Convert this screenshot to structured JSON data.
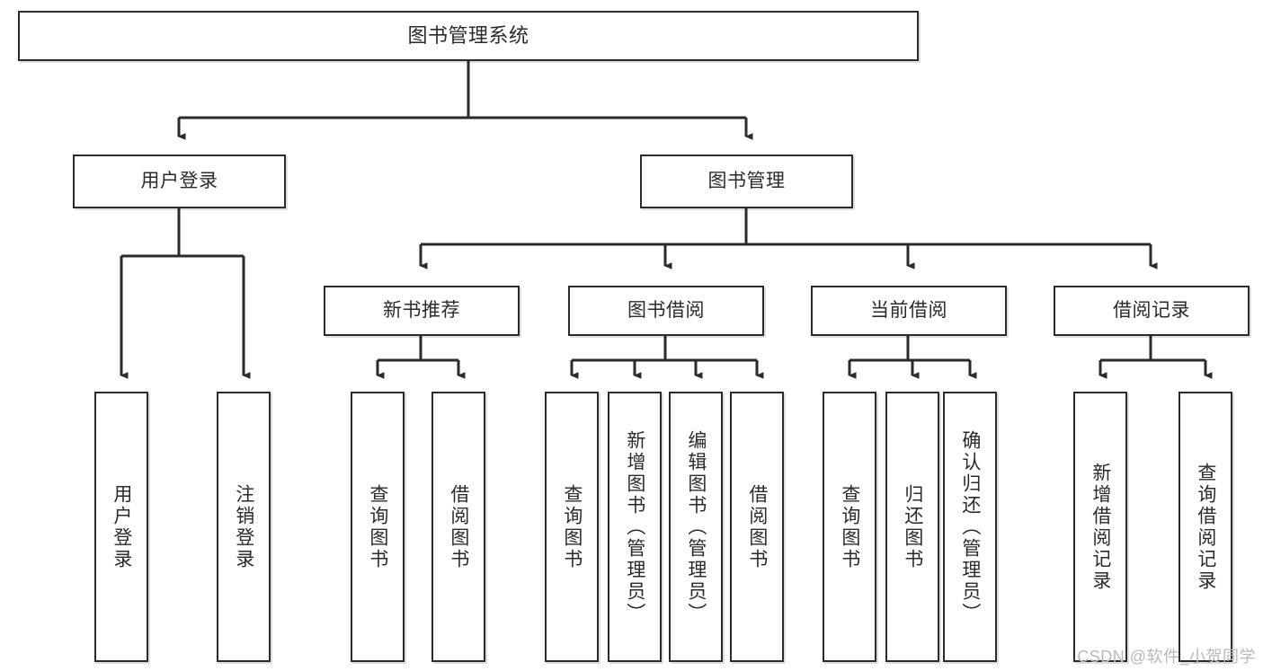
{
  "diagram": {
    "title": "图书管理系统",
    "watermark": "CSDN @软件_小贺同学",
    "colors": {
      "box_border": "#2b2b2b",
      "box_fill": "#ffffff",
      "connector": "#2b2b2b",
      "background": "#ffffff",
      "watermark": "#b9b9b9"
    },
    "root": {
      "label": "图书管理系统"
    },
    "level1": [
      {
        "label": "用户登录"
      },
      {
        "label": "图书管理"
      }
    ],
    "level2": [
      {
        "label": "新书推荐"
      },
      {
        "label": "图书借阅"
      },
      {
        "label": "当前借阅"
      },
      {
        "label": "借阅记录"
      }
    ],
    "leaves": {
      "user_login": [
        {
          "label": "用户登录"
        },
        {
          "label": "注销登录"
        }
      ],
      "new_book_recommend": [
        {
          "label": "查询图书"
        },
        {
          "label": "借阅图书"
        }
      ],
      "book_borrow": [
        {
          "label": "查询图书"
        },
        {
          "label": "新增图书（管理员）"
        },
        {
          "label": "编辑图书（管理员）"
        },
        {
          "label": "借阅图书"
        }
      ],
      "current_borrow": [
        {
          "label": "查询图书"
        },
        {
          "label": "归还图书"
        },
        {
          "label": "确认归还（管理员）"
        }
      ],
      "borrow_record": [
        {
          "label": "新增借阅记录"
        },
        {
          "label": "查询借阅记录"
        }
      ]
    }
  }
}
